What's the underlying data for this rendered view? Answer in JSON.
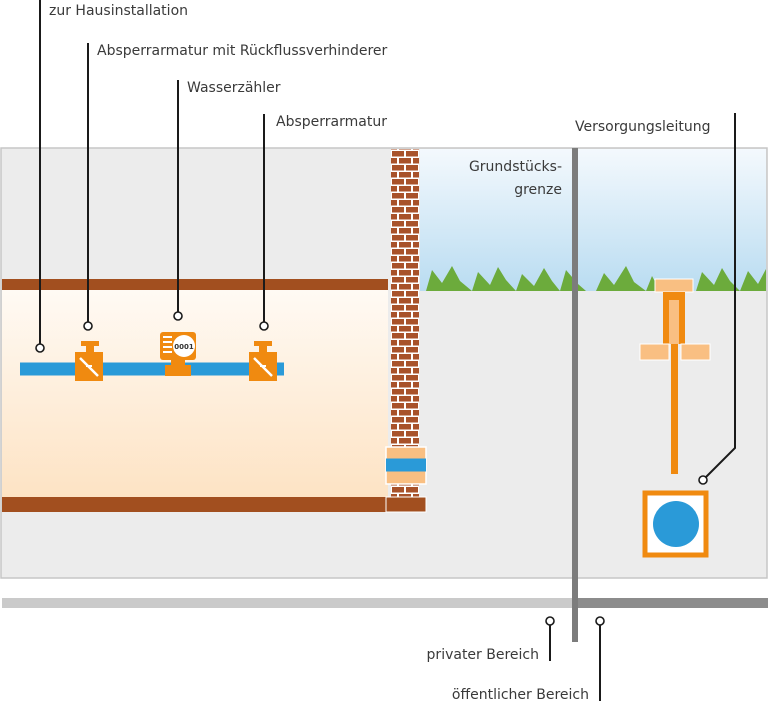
{
  "labels": {
    "house_installation": "zur Hausinstallation",
    "shutoff_backflow": "Absperrarmatur mit Rückflussverhinderer",
    "water_meter": "Wasserzähler",
    "shutoff": "Absperrarmatur",
    "supply_line": "Versorgungsleitung",
    "property_line_1": "Grundstücks-",
    "property_line_2": "grenze",
    "private_area": "privater Bereich",
    "public_area": "öffentlicher Bereich",
    "meter_reading": "0001"
  },
  "colors": {
    "pipe": "#2a9ad8",
    "fitting": "#f08a10",
    "brick": "#a8522a",
    "floor": "#a24f1f",
    "boundary": "#7c7c7c",
    "grass": "#6cab3c"
  }
}
